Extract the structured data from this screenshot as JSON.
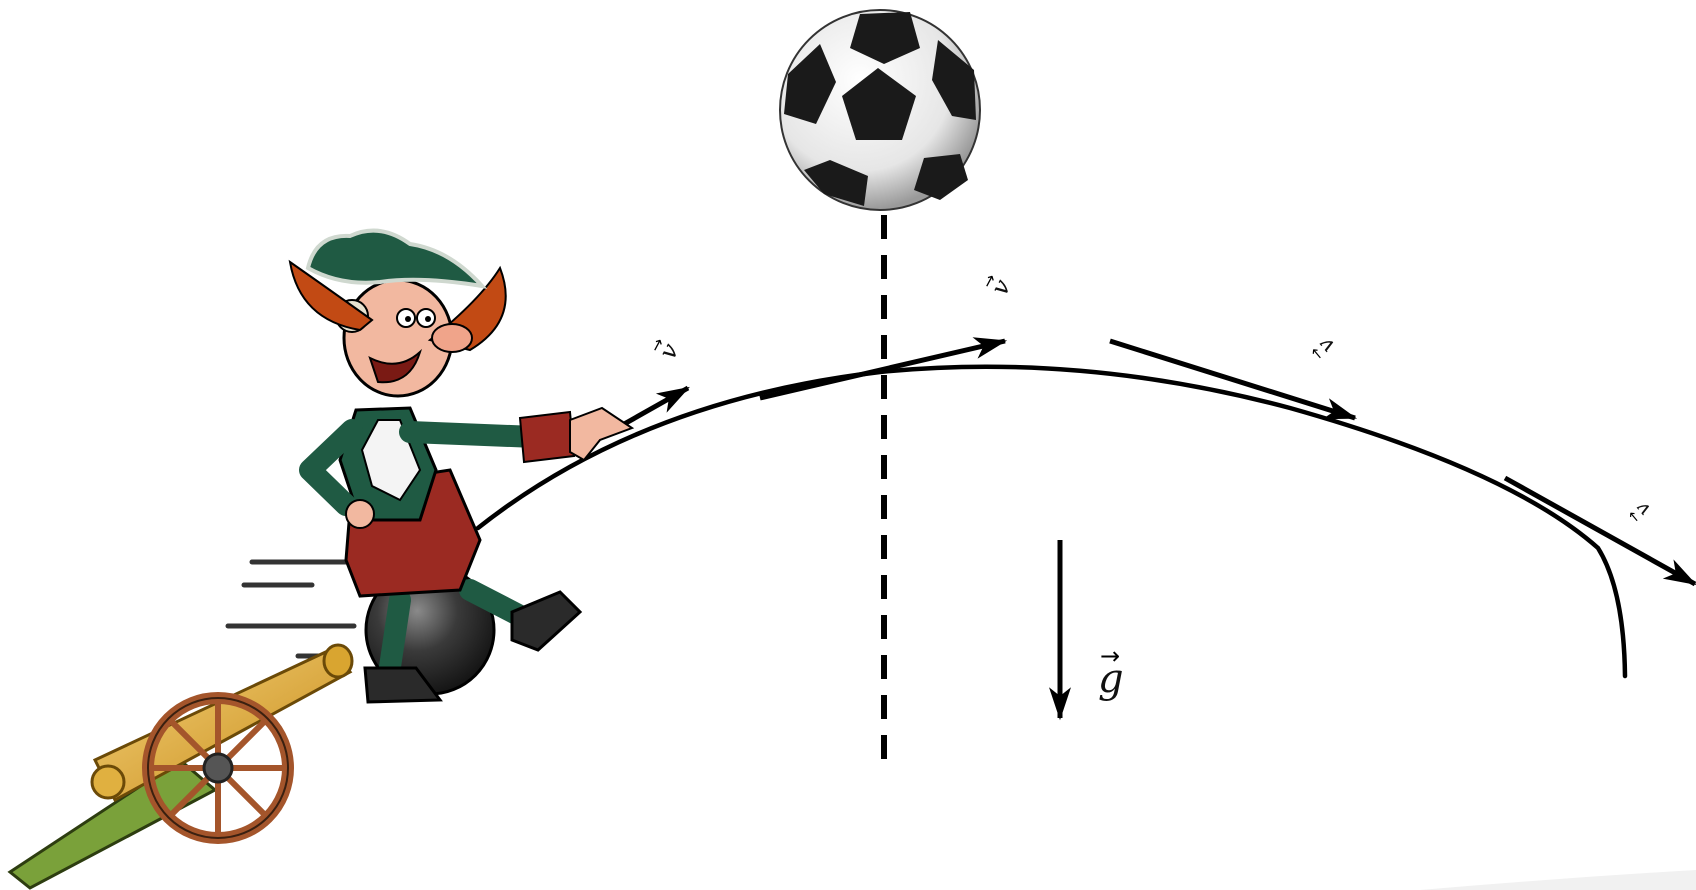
{
  "diagram": {
    "velocity_symbol": "v",
    "gravity_symbol": "g",
    "vector_arrow": "→",
    "velocity_labels": [
      "v",
      "v",
      "v",
      "v"
    ],
    "gravity_label": "g"
  },
  "illustration": {
    "character": "baron-munchausen-riding-cannonball",
    "cannon": "cannon-icon",
    "ball": "soccer-ball-icon"
  },
  "colors": {
    "ink": "#000000",
    "coat": "#1f5a43",
    "coat_red": "#9b2a22",
    "hair": "#c24a14",
    "skin": "#f2b8a0",
    "cannonball": "#2b2b2b",
    "cannon_brass": "#d8a12a",
    "carriage_green": "#7aa13a",
    "wheel": "#a4552b"
  }
}
